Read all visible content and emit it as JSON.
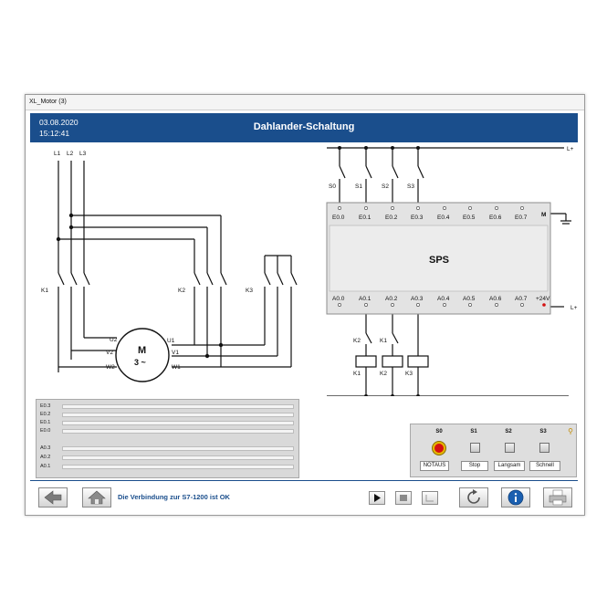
{
  "window": {
    "title": "XL_Motor (3)"
  },
  "header": {
    "date": "03.08.2020",
    "time": "15:12:41",
    "title": "Dahlander-Schaltung"
  },
  "circuit": {
    "phases": [
      "L1",
      "L2",
      "L3"
    ],
    "contactors": [
      "K1",
      "K2",
      "K3"
    ],
    "motor": {
      "label_main": "M",
      "label_sub": "3 ~",
      "terminals_left": [
        "U2",
        "V2",
        "W2"
      ],
      "terminals_right": [
        "U1",
        "V1",
        "W1"
      ]
    }
  },
  "plc": {
    "label": "SPS",
    "rail_top": "L+",
    "rail_right": "L+",
    "ground": "M",
    "supply": "+24V",
    "inputs": [
      "E0.0",
      "E0.1",
      "E0.2",
      "E0.3",
      "E0.4",
      "E0.5",
      "E0.6",
      "E0.7"
    ],
    "outputs": [
      "A0.0",
      "A0.1",
      "A0.2",
      "A0.3",
      "A0.4",
      "A0.5",
      "A0.6",
      "A0.7"
    ],
    "switches": [
      "S0",
      "S1",
      "S2",
      "S3"
    ],
    "coil_contacts": [
      "K2",
      "K1"
    ],
    "coils": [
      "K1",
      "K2",
      "K3"
    ]
  },
  "io_monitor": {
    "inputs": [
      "E0.3",
      "E0.2",
      "E0.1",
      "E0.0"
    ],
    "outputs": [
      "A0.3",
      "A0.2",
      "A0.1"
    ]
  },
  "control_panel": {
    "buttons": [
      {
        "id": "S0",
        "name": "NOTAUS"
      },
      {
        "id": "S1",
        "name": "Stop"
      },
      {
        "id": "S2",
        "name": "Langsam"
      },
      {
        "id": "S3",
        "name": "Schnell"
      }
    ],
    "colors": {
      "notaus_ring": "#e6b800",
      "notaus_center": "#d41111"
    }
  },
  "footer": {
    "status_text": "Die Verbindung zur S7-1200 ist OK"
  },
  "colors": {
    "header_bg": "#1a4e8c",
    "status_text": "#1a4e8c",
    "panel_bg": "#d9d9d9"
  }
}
